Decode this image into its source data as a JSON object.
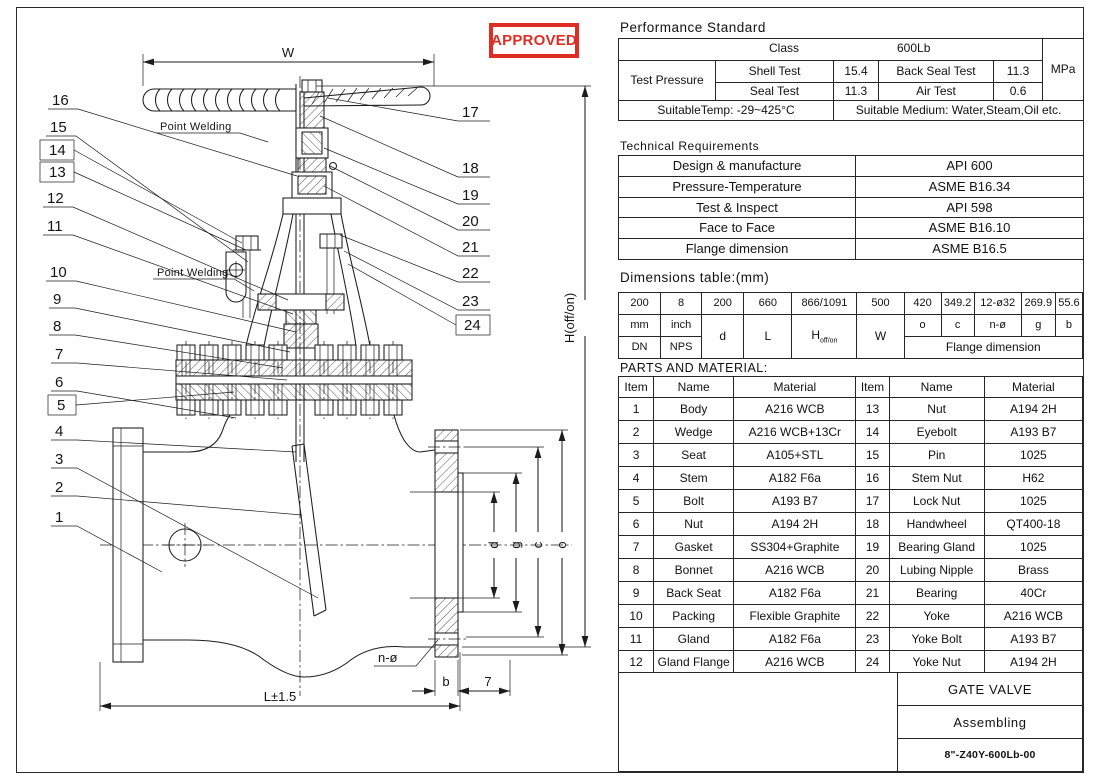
{
  "stamp": {
    "label": "APPROVED",
    "color": "#e02d24"
  },
  "drawing": {
    "w": "W",
    "h": "H(off/on)",
    "l": "L±1.5",
    "n_phi": "n-ø",
    "b": "b",
    "seven": "7",
    "d": "d",
    "g": "g",
    "c": "c",
    "o": "o",
    "point_welding": "Point Welding",
    "callouts": {
      "1": "1",
      "2": "2",
      "3": "3",
      "4": "4",
      "5": "5",
      "6": "6",
      "7": "7",
      "8": "8",
      "9": "9",
      "10": "10",
      "11": "11",
      "12": "12",
      "13": "13",
      "14": "14",
      "15": "15",
      "16": "16",
      "17": "17",
      "18": "18",
      "19": "19",
      "20": "20",
      "21": "21",
      "22": "22",
      "23": "23",
      "24": "24"
    }
  },
  "performance": {
    "title": "Performance Standard",
    "class_label": "Class",
    "class_value": "600Lb",
    "test_pressure_label": "Test Pressure",
    "shell_label": "Shell Test",
    "shell_value": "15.4",
    "back_seal_label": "Back Seal Test",
    "back_seal_value": "11.3",
    "seal_label": "Seal Test",
    "seal_value": "11.3",
    "air_label": "Air Test",
    "air_value": "0.6",
    "unit": "MPa",
    "temp": "SuitableTemp: -29~425°C",
    "medium": "Suitable Medium: Water,Steam,Oil etc."
  },
  "technical": {
    "title": "Technical Requirements",
    "rows": [
      [
        "Design & manufacture",
        "API 600"
      ],
      [
        "Pressure-Temperature",
        "ASME B16.34"
      ],
      [
        "Test & Inspect",
        "API 598"
      ],
      [
        "Face to Face",
        "ASME B16.10"
      ],
      [
        "Flange dimension",
        "ASME B16.5"
      ]
    ]
  },
  "dimensions": {
    "title": "Dimensions table:(mm)",
    "values": [
      "200",
      "8",
      "200",
      "660",
      "866/1091",
      "500",
      "420",
      "349.2",
      "12-ø32",
      "269.9",
      "55.6"
    ],
    "mm": "mm",
    "inch": "inch",
    "dn": "DN",
    "nps": "NPS",
    "d": "d",
    "l": "L",
    "h_main": "H",
    "h_sub": "off/on",
    "w": "W",
    "o": "o",
    "c": "c",
    "n_phi": "n-ø",
    "g": "g",
    "b": "b",
    "flange_span": "Flange dimension"
  },
  "parts": {
    "title": "PARTS AND MATERIAL:",
    "headers": [
      "Item",
      "Name",
      "Material",
      "Item",
      "Name",
      "Material"
    ],
    "rows": [
      [
        "1",
        "Body",
        "A216 WCB",
        "13",
        "Nut",
        "A194 2H"
      ],
      [
        "2",
        "Wedge",
        "A216 WCB+13Cr",
        "14",
        "Eyebolt",
        "A193 B7"
      ],
      [
        "3",
        "Seat",
        "A105+STL",
        "15",
        "Pin",
        "1025"
      ],
      [
        "4",
        "Stem",
        "A182 F6a",
        "16",
        "Stem Nut",
        "H62"
      ],
      [
        "5",
        "Bolt",
        "A193 B7",
        "17",
        "Lock Nut",
        "1025"
      ],
      [
        "6",
        "Nut",
        "A194 2H",
        "18",
        "Handwheel",
        "QT400-18"
      ],
      [
        "7",
        "Gasket",
        "SS304+Graphite",
        "19",
        "Bearing Gland",
        "1025"
      ],
      [
        "8",
        "Bonnet",
        "A216 WCB",
        "20",
        "Lubing Nipple",
        "Brass"
      ],
      [
        "9",
        "Back Seat",
        "A182 F6a",
        "21",
        "Bearing",
        "40Cr"
      ],
      [
        "10",
        "Packing",
        "Flexible Graphite",
        "22",
        "Yoke",
        "A216 WCB"
      ],
      [
        "11",
        "Gland",
        "A182 F6a",
        "23",
        "Yoke Bolt",
        "A193 B7"
      ],
      [
        "12",
        "Gland Flange",
        "A216 WCB",
        "24",
        "Yoke Nut",
        "A194 2H"
      ]
    ]
  },
  "title_block": {
    "product": "GATE VALVE",
    "stage": "Assembling",
    "code": "8\"-Z40Y-600Lb-00"
  }
}
